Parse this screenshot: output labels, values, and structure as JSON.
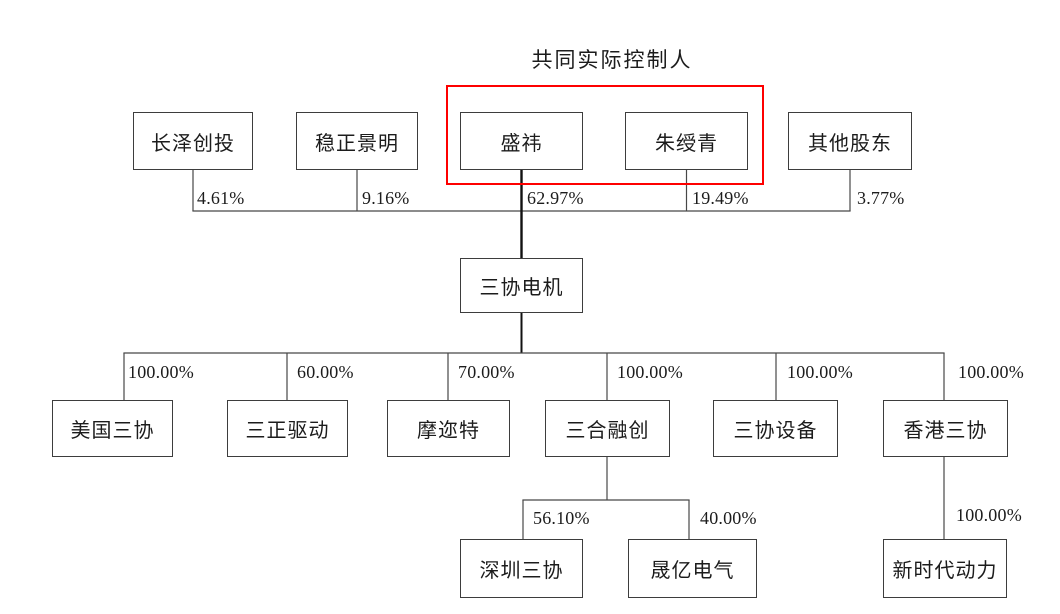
{
  "title": "共同实际控制人",
  "colors": {
    "line": "#474747",
    "spine": "#111111",
    "highlight": "#fe0000",
    "box_border": "#3d3d3d",
    "text": "#1c1c1c",
    "background": "#ffffff"
  },
  "parent_company": {
    "name": "三协电机"
  },
  "shareholders": [
    {
      "name": "长泽创投",
      "pct": "4.61%",
      "is_controller": false
    },
    {
      "name": "稳正景明",
      "pct": "9.16%",
      "is_controller": false
    },
    {
      "name": "盛祎",
      "pct": "62.97%",
      "is_controller": true
    },
    {
      "name": "朱绶青",
      "pct": "19.49%",
      "is_controller": true
    },
    {
      "name": "其他股东",
      "pct": "3.77%",
      "is_controller": false
    }
  ],
  "subsidiaries": [
    {
      "name": "美国三协",
      "pct": "100.00%"
    },
    {
      "name": "三正驱动",
      "pct": "60.00%"
    },
    {
      "name": "摩迩特",
      "pct": "70.00%"
    },
    {
      "name": "三合融创",
      "pct": "100.00%"
    },
    {
      "name": "三协设备",
      "pct": "100.00%"
    },
    {
      "name": "香港三协",
      "pct": "100.00%"
    }
  ],
  "sub_subsidiaries": [
    {
      "name": "深圳三协",
      "pct": "56.10%",
      "owner": "三合融创"
    },
    {
      "name": "晟亿电气",
      "pct": "40.00%",
      "owner": "三合融创"
    },
    {
      "name": "新时代动力",
      "pct": "100.00%",
      "owner": "香港三协"
    }
  ]
}
